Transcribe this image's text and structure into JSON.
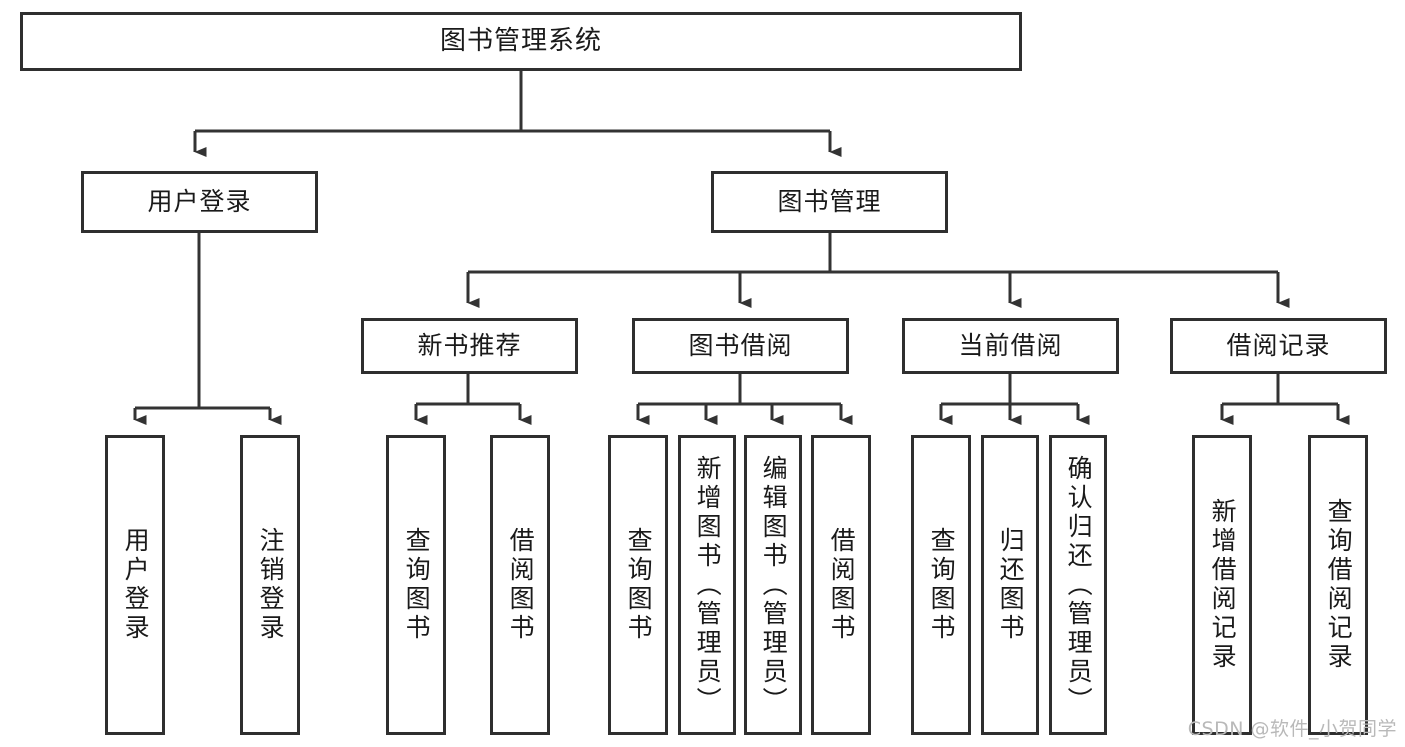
{
  "diagram": {
    "title": "图书管理系统",
    "type": "tree-hierarchy-diagram",
    "colors": {
      "border": "#2f2f2f",
      "background": "#ffffff",
      "text": "#1a1a1a",
      "connector": "#333333",
      "watermark": "#b9b9b9"
    },
    "levels": {
      "root": {
        "label": "图书管理系统"
      },
      "level2": [
        {
          "id": "user-login",
          "label": "用户登录"
        },
        {
          "id": "book-management",
          "label": "图书管理"
        }
      ],
      "level3": [
        {
          "id": "new-book-recommend",
          "label": "新书推荐"
        },
        {
          "id": "book-borrow",
          "label": "图书借阅"
        },
        {
          "id": "current-borrow",
          "label": "当前借阅"
        },
        {
          "id": "borrow-record",
          "label": "借阅记录"
        }
      ],
      "leaves": {
        "user_login": [
          {
            "id": "leaf-user-login",
            "label": "用户登录"
          },
          {
            "id": "leaf-logout-login",
            "label": "注销登录"
          }
        ],
        "new_book_recommend": [
          {
            "id": "leaf-query-book-1",
            "label": "查询图书"
          },
          {
            "id": "leaf-borrow-book-1",
            "label": "借阅图书"
          }
        ],
        "book_borrow": [
          {
            "id": "leaf-query-book-2",
            "label": "查询图书"
          },
          {
            "id": "leaf-add-book",
            "label": "新增图书（管理员）"
          },
          {
            "id": "leaf-edit-book",
            "label": "编辑图书（管理员）"
          },
          {
            "id": "leaf-borrow-book-2",
            "label": "借阅图书"
          }
        ],
        "current_borrow": [
          {
            "id": "leaf-query-book-3",
            "label": "查询图书"
          },
          {
            "id": "leaf-return-book",
            "label": "归还图书"
          },
          {
            "id": "leaf-confirm-return",
            "label": "确认归还（管理员）"
          }
        ],
        "borrow_record": [
          {
            "id": "leaf-add-borrow-record",
            "label": "新增借阅记录"
          },
          {
            "id": "leaf-query-borrow-record",
            "label": "查询借阅记录"
          }
        ]
      }
    },
    "watermark": "CSDN @软件_小贺同学"
  }
}
